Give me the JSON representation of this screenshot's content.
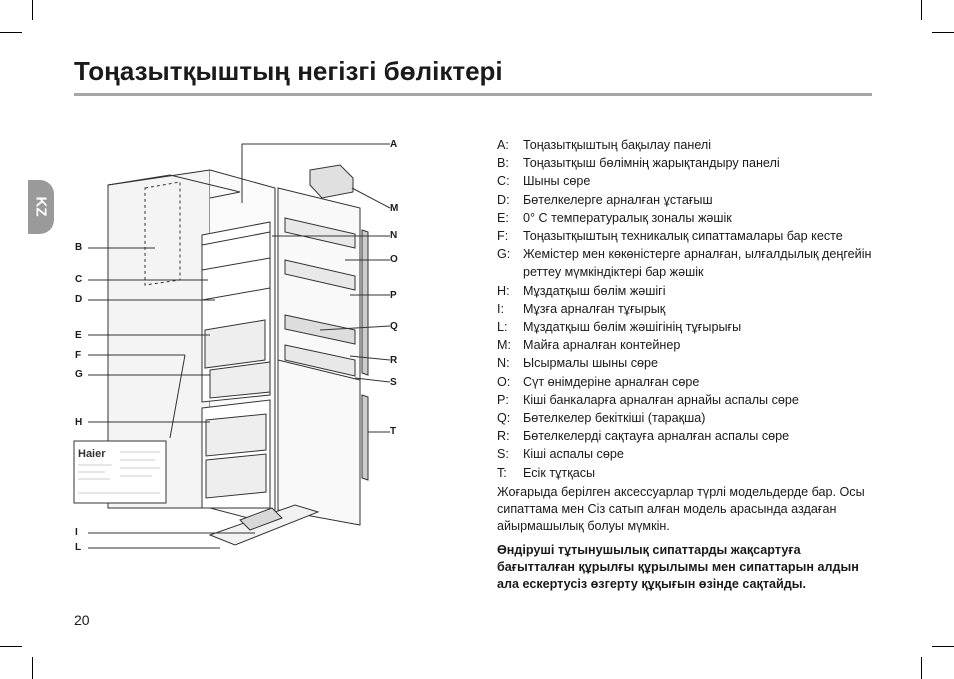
{
  "page": {
    "title": "Тоңазытқыштың негізгі бөліктері",
    "lang_tab": "KZ",
    "page_number": "20"
  },
  "callouts": [
    "A",
    "M",
    "N",
    "O",
    "P",
    "Q",
    "R",
    "S",
    "T",
    "B",
    "C",
    "D",
    "E",
    "F",
    "G",
    "H",
    "I",
    "L"
  ],
  "parts": [
    {
      "key": "A:",
      "text": "Тоңазытқыштың бақылау панелі"
    },
    {
      "key": "B:",
      "text": "Тоңазытқыш бөлімнің жарықтандыру панелі"
    },
    {
      "key": "C:",
      "text": "Шыны сөре"
    },
    {
      "key": "D:",
      "text": "Бөтелкелерге арналған ұстағыш"
    },
    {
      "key": "E:",
      "text": "0° C температуралық зоналы жәшік"
    },
    {
      "key": "F:",
      "text": "Тоңазытқыштың техникалық сипаттамалары бар кесте"
    },
    {
      "key": "G:",
      "text": "Жемістер мен көкөністерге арналған, ылғалдылық деңгейін реттеу мүмкіндіктері бар жәшік"
    },
    {
      "key": "H:",
      "text": "Мұздатқыш бөлім жәшігі"
    },
    {
      "key": "I:",
      "text": "Мұзға арналған тұғырық"
    },
    {
      "key": "L:",
      "text": "Мұздатқыш бөлім жәшігінің тұғырығы"
    },
    {
      "key": "M:",
      "text": "Майға арналған контейнер"
    },
    {
      "key": "N:",
      "text": "Ысырмалы шыны сөре"
    },
    {
      "key": "O:",
      "text": "Сүт өнімдеріне арналған сөре"
    },
    {
      "key": "P:",
      "text": "Кіші банкаларға арналған арнайы аспалы сөре"
    },
    {
      "key": "Q:",
      "text": "Бөтелкелер бекіткіші (тарақша)"
    },
    {
      "key": "R:",
      "text": "Бөтелкелерді сақтауға арналған аспалы сөре"
    },
    {
      "key": "S:",
      "text": "Кіші аспалы сөре"
    },
    {
      "key": "T:",
      "text": "Есік тұтқасы"
    }
  ],
  "note": "Жоғарыда берілген аксессуарлар түрлі модельдерде бар. Осы сипаттама мен Сіз сатып алған модель арасында аздаған айырмашылық болуы мүмкін.",
  "notice_bold": "Өндіруші тұтынушылық сипаттарды жақсартуға бағытталған құрылғы құрылымы мен сипаттарын алдын ала ескертусіз өзгерту құқығын өзінде сақтайды.",
  "rating_plate": {
    "brand": "Haier"
  }
}
